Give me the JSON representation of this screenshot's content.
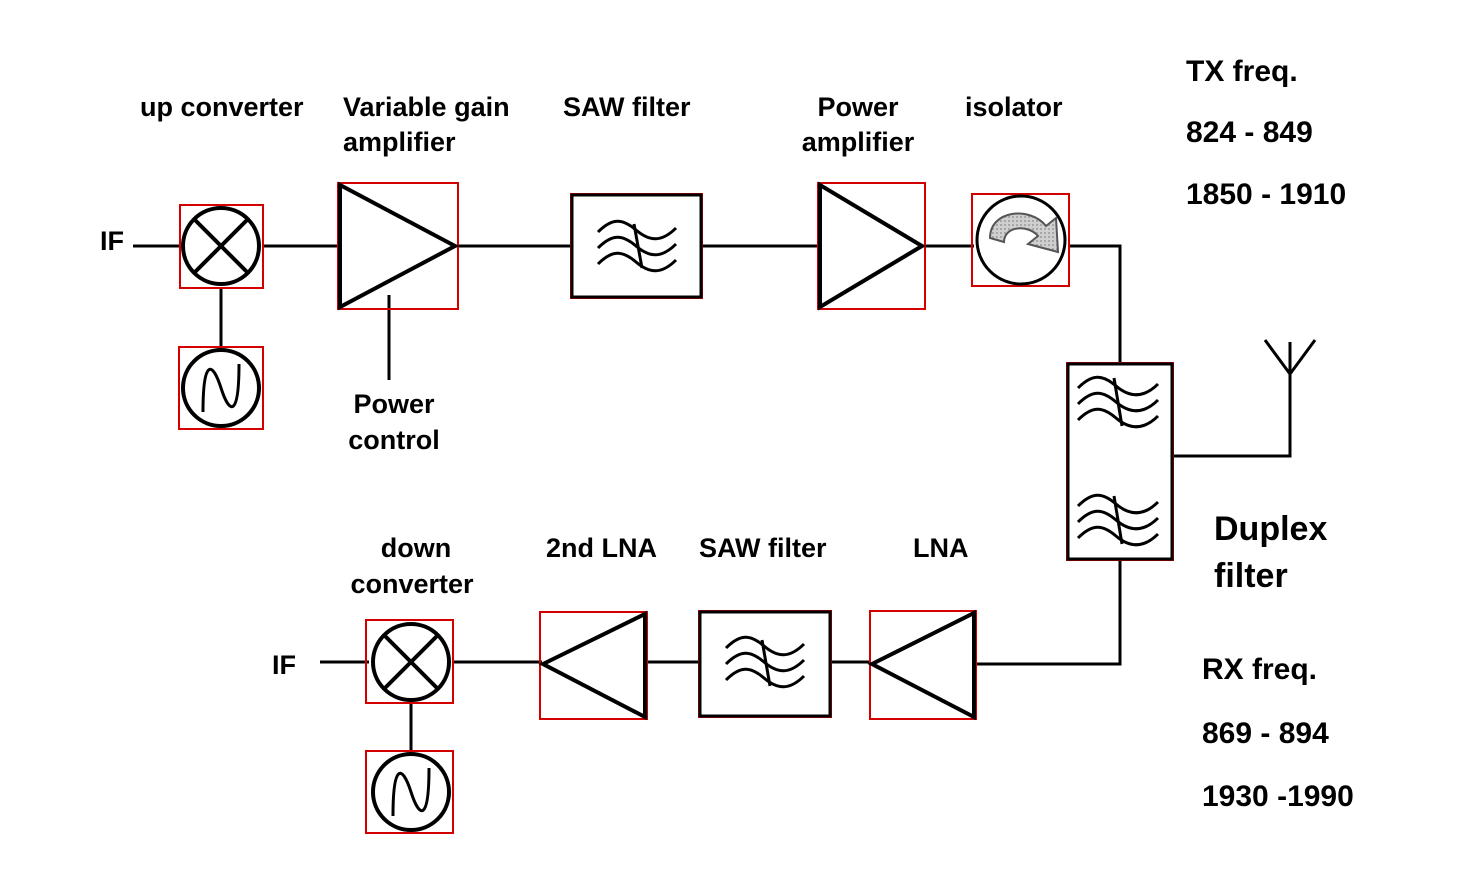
{
  "tx_chain": {
    "if_label": "IF",
    "up_converter": "up converter",
    "vga_line1": "Variable gain",
    "vga_line2": "amplifier",
    "saw_filter": "SAW filter",
    "pa_line1": "Power",
    "pa_line2": "amplifier",
    "isolator": "isolator",
    "power_control_line1": "Power",
    "power_control_line2": "control"
  },
  "rx_chain": {
    "if_label": "IF",
    "down_converter_line1": "down",
    "down_converter_line2": "converter",
    "lna2": "2nd LNA",
    "saw_filter": "SAW filter",
    "lna": "LNA"
  },
  "duplexer": {
    "line1": "Duplex",
    "line2": "filter"
  },
  "tx_freq": {
    "title": "TX freq.",
    "band1": "824 - 849",
    "band2": "1850 - 1910"
  },
  "rx_freq": {
    "title": "RX freq.",
    "band1": "869 - 894",
    "band2": "1930 -1990"
  },
  "colors": {
    "highlight_box": "#d40000",
    "ink": "#000000",
    "isolator_fill": "#bdbdbd"
  }
}
